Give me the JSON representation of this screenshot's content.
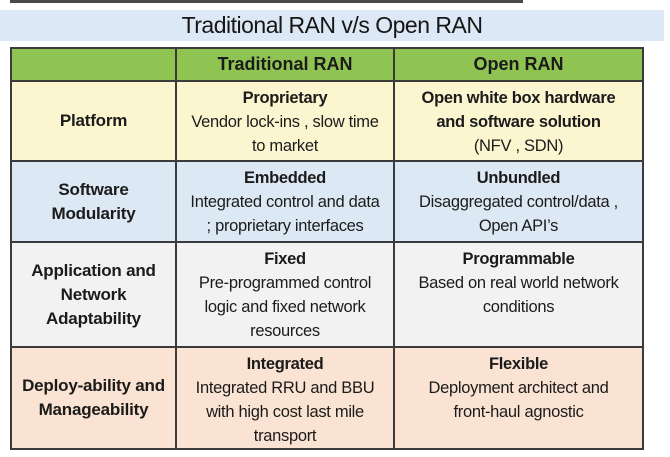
{
  "title": "Traditional RAN v/s Open RAN",
  "table": {
    "headers": {
      "feature": "",
      "traditional": "Traditional RAN",
      "open": "Open RAN"
    },
    "rows": [
      {
        "label": "Platform",
        "traditional": {
          "keyword": "Proprietary",
          "detail": "Vendor lock-ins , slow time\nto market"
        },
        "open": {
          "keyword": "Open white box hardware\nand software solution",
          "detail": "(NFV , SDN)"
        }
      },
      {
        "label": "Software\nModularity",
        "traditional": {
          "keyword": "Embedded",
          "detail": "Integrated control and data\n; proprietary interfaces"
        },
        "open": {
          "keyword": "Unbundled",
          "detail": "Disaggregated control/data ,\nOpen API’s"
        }
      },
      {
        "label": "Application and\nNetwork\nAdaptability",
        "traditional": {
          "keyword": "Fixed",
          "detail": "Pre-programmed control\nlogic and fixed network\nresources"
        },
        "open": {
          "keyword": "Programmable",
          "detail": "Based on real world network\nconditions"
        }
      },
      {
        "label": "Deploy-ability and\nManageability",
        "traditional": {
          "keyword": "Integrated",
          "detail": "Integrated RRU and BBU\nwith high cost last mile\ntransport"
        },
        "open": {
          "keyword": "Flexible",
          "detail": "Deployment architect and\nfront-haul agnostic"
        }
      }
    ]
  },
  "colors": {
    "title_band": "#DCE8F5",
    "header_green": "#90C452",
    "row_platform": "#FBF6D0",
    "row_software_modularity": "#DCE9F5",
    "row_adaptability": "#F2F2F2",
    "row_deployability": "#FAE3D2",
    "border": "#3B3B3B"
  }
}
